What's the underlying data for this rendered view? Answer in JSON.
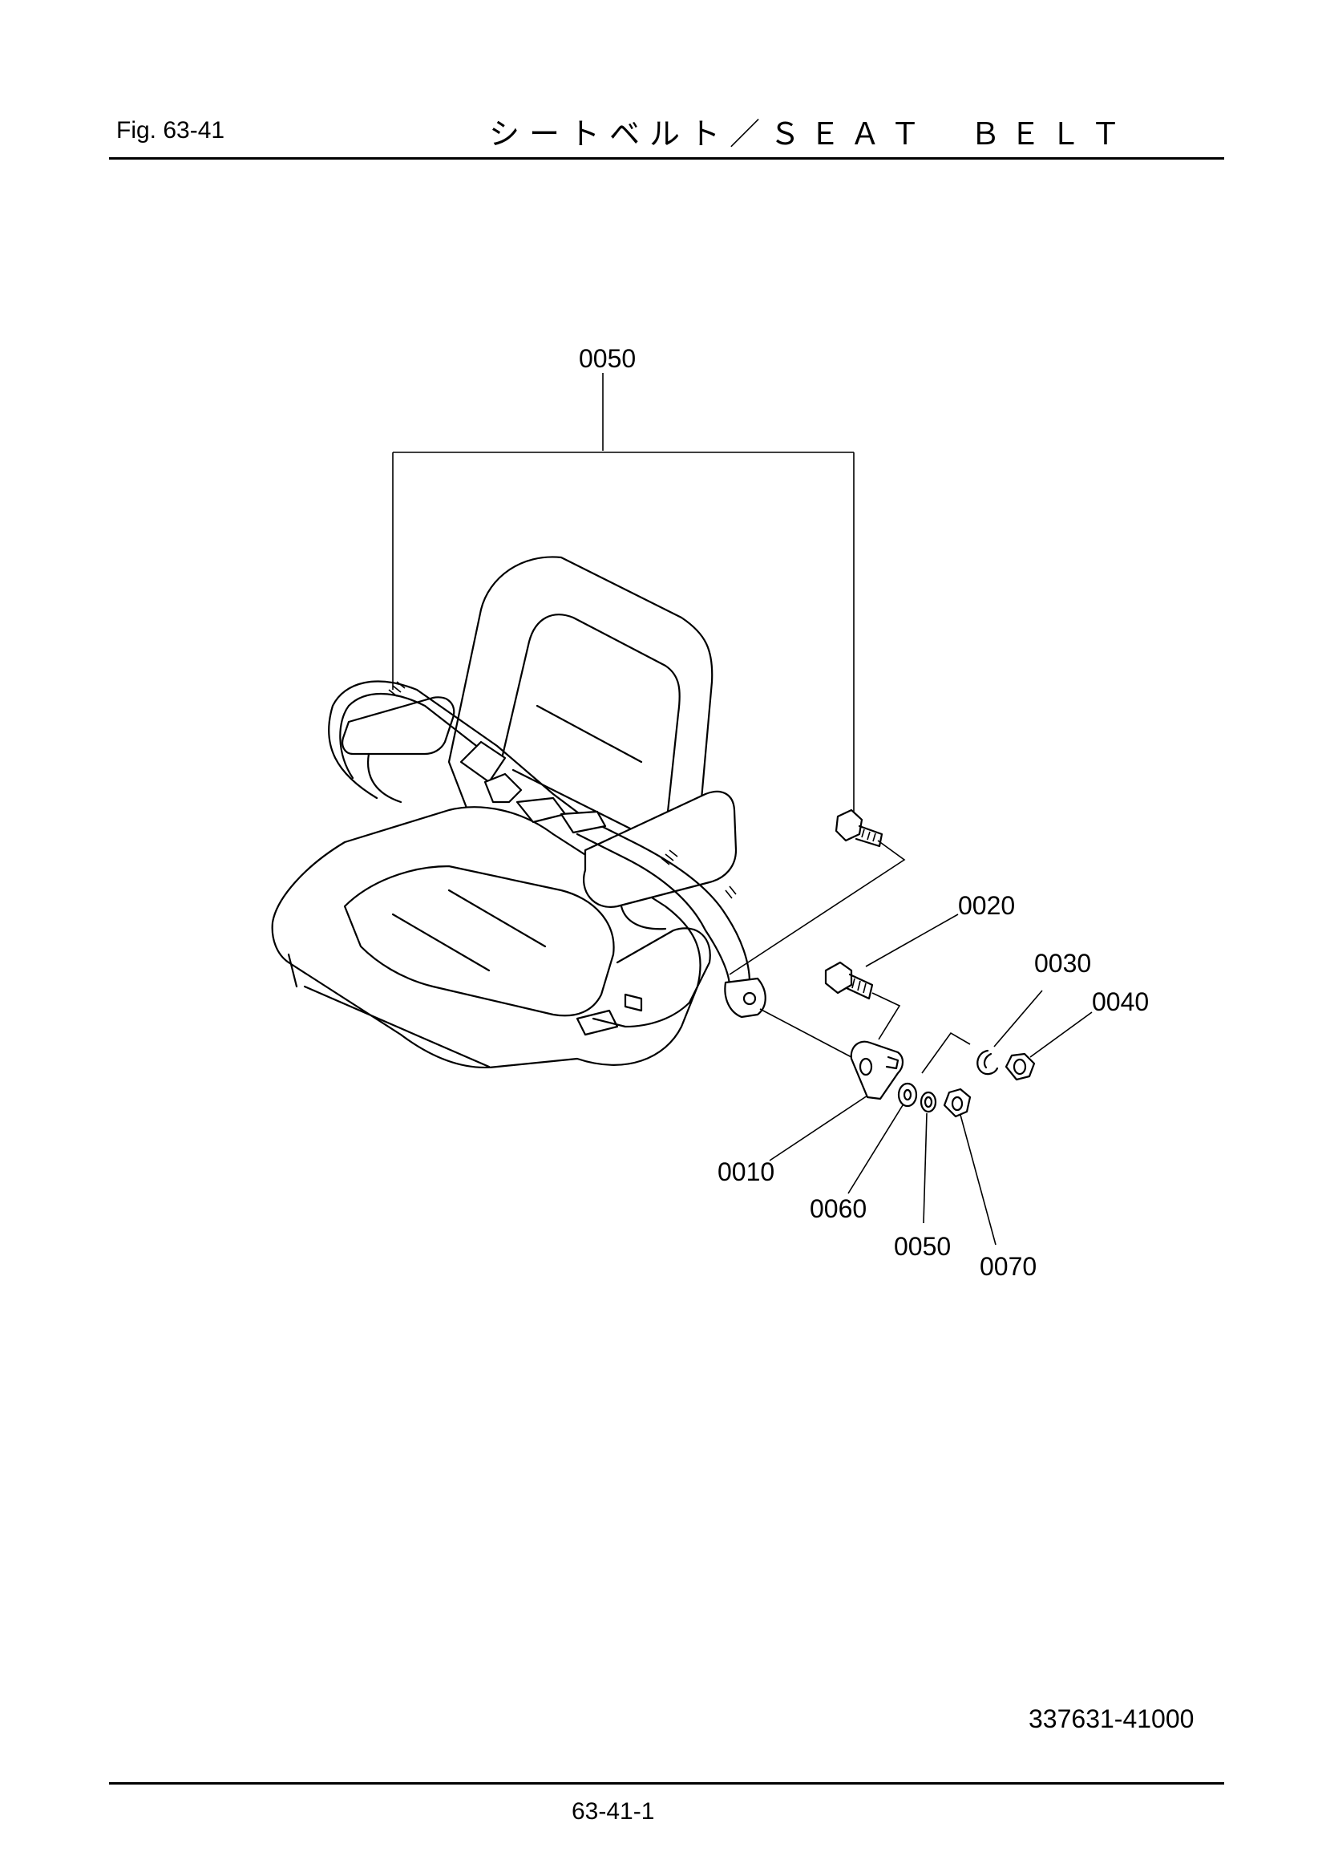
{
  "header": {
    "figure_number": "Fig.  63-41",
    "title": "シートベルト／ＳＥＡＴ　ＢＥＬＴ"
  },
  "callouts": {
    "c0050_top": "0050",
    "c0020": "0020",
    "c0030": "0030",
    "c0040": "0040",
    "c0010": "0010",
    "c0060": "0060",
    "c0050_bottom": "0050",
    "c0070": "0070"
  },
  "footer": {
    "drawing_number": "337631-41000",
    "page_number": "63-41-1"
  }
}
